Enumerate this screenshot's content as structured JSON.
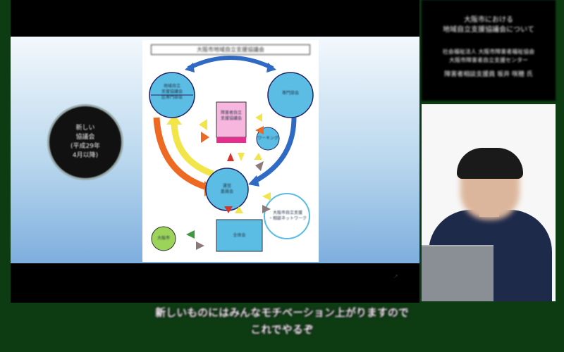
{
  "slide": {
    "circle_text": "新しい\n協議会\n(平成29年\n4月以降)",
    "diagram": {
      "title": "大阪市地域自立支援協議会",
      "nodes": [
        {
          "id": "local",
          "label": "地域自立\n支援協議会\n区専門部会"
        },
        {
          "id": "expert",
          "label": "専門部会"
        },
        {
          "id": "center",
          "label": "障害者自立\n支援協議会"
        },
        {
          "id": "working",
          "label": "ワーキング"
        },
        {
          "id": "main",
          "label": "運営\n委員会"
        },
        {
          "id": "network",
          "label": "大阪市自立支援\n・相談ネットワーク"
        },
        {
          "id": "office",
          "label": "全体会"
        },
        {
          "id": "green",
          "label": "大阪市"
        }
      ]
    }
  },
  "info_panel": {
    "title": "大阪市における\n地域自立支援協議会について",
    "org": "社会福祉法人 大阪市障害者福祉協会\n大阪市障害者自立支援センター",
    "name": "障害者相談支援員 坂井 咲穂 氏"
  },
  "caption": {
    "line1": "新しいものにはみんなモチベーション上がりますので",
    "line2": "これでやるぞ"
  },
  "colors": {
    "background": "#0d3b12",
    "circle_node": "#5bbde4",
    "pink_node": "#f7b6de",
    "green_node": "#9cd45a",
    "arrow_blue": "#2f6bc4",
    "arrow_yellow": "#f2e54a",
    "arrow_orange": "#ee6a22"
  }
}
